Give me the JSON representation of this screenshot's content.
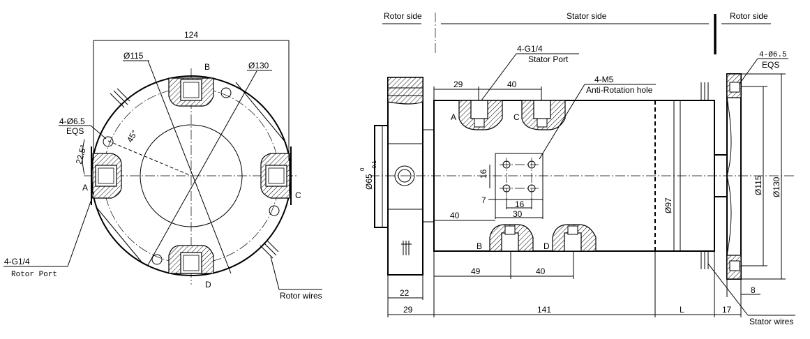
{
  "front_view": {
    "dim_width": "124",
    "dim_d115": "Ø115",
    "dim_d130": "Ø130",
    "hole_label": "4-Ø6.5",
    "hole_eqs": "EQS",
    "angle_45": "45°",
    "angle_22_5": "22.5°",
    "port_a": "A",
    "port_b": "B",
    "port_c": "C",
    "port_d": "D",
    "rotor_port_code": "4-G1/4",
    "rotor_port_name": "Rotor Port",
    "rotor_wires": "Rotor wires"
  },
  "side_view": {
    "rotor_side_left": "Rotor side",
    "stator_side": "Stator side",
    "rotor_side_right": "Rotor side",
    "stator_port_code": "4-G1/4",
    "stator_port_name": "Stator Port",
    "m5_code": "4-M5",
    "m5_name": "Anti-Rotation hole",
    "hole_label": "4-Ø6.5",
    "hole_eqs": "EQS",
    "dim_29_top": "29",
    "dim_40_top": "40",
    "dim_16_v": "16",
    "dim_16_h": "16",
    "dim_7": "7",
    "dim_30": "30",
    "dim_40_mid": "40",
    "dim_49": "49",
    "dim_40_bot": "40",
    "dim_22": "22",
    "dim_29_bot": "29",
    "dim_141": "141",
    "dim_L": "L",
    "dim_17": "17",
    "dim_8": "8",
    "dim_d65": "Ø65",
    "dim_d65_tol_upper": "0",
    "dim_d65_tol_lower": "-0.1",
    "dim_d97": "Ø97",
    "dim_d115": "Ø115",
    "dim_d130": "Ø130",
    "port_a": "A",
    "port_b": "B",
    "port_c": "C",
    "port_d": "D",
    "stator_wires": "Stator wires"
  }
}
